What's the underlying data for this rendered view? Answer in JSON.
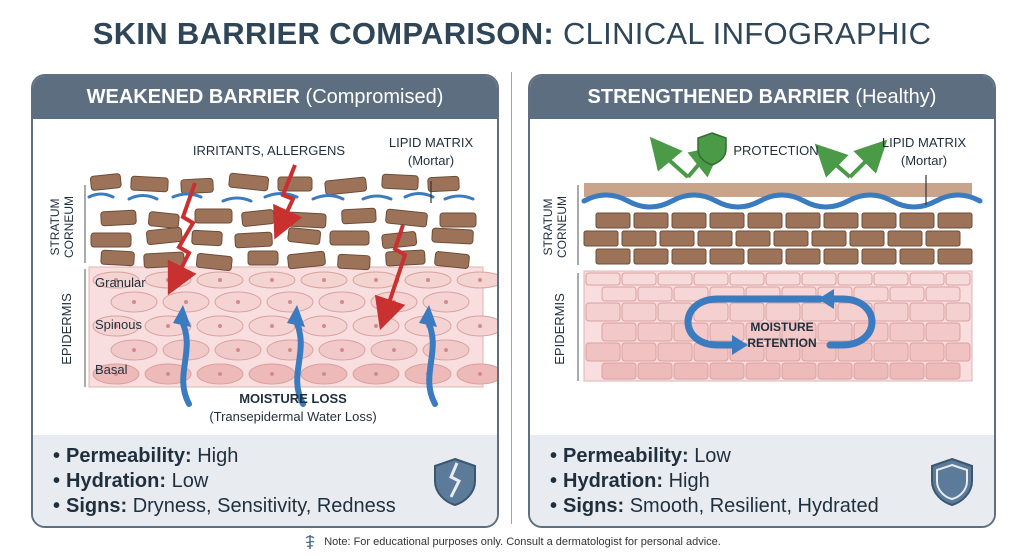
{
  "title": {
    "bold": "SKIN BARRIER COMPARISON:",
    "rest": "CLINICAL INFOGRAPHIC"
  },
  "left": {
    "header_bold": "WEAKENED BARRIER",
    "header_sub": "(Compromised)",
    "labels": {
      "irritants": "IRRITANTS, ALLERGENS",
      "lipid1": "LIPID MATRIX",
      "lipid2": "(Mortar)",
      "stratum1": "STRATUM",
      "stratum2": "CORNEUM",
      "epidermis": "EPIDERMIS",
      "granular": "Granular",
      "spinous": "Spinous",
      "basal": "Basal",
      "moisture1": "MOISTURE LOSS",
      "moisture2": "(Transepidermal Water Loss)"
    },
    "stats": [
      {
        "label": "Permeability:",
        "value": "High"
      },
      {
        "label": "Hydration:",
        "value": "Low"
      },
      {
        "label": "Signs:",
        "value": "Dryness, Sensitivity, Redness"
      }
    ],
    "shield_icon": "broken-shield-icon"
  },
  "right": {
    "header_bold": "STRENGTHENED BARRIER",
    "header_sub": "(Healthy)",
    "labels": {
      "protection": "PROTECTION",
      "lipid1": "LIPID MATRIX",
      "lipid2": "(Mortar)",
      "stratum1": "STRATUM",
      "stratum2": "CORNEUM",
      "epidermis": "EPIDERMIS",
      "retention1": "MOISTURE",
      "retention2": "RETENTION"
    },
    "stats": [
      {
        "label": "Permeability:",
        "value": "Low"
      },
      {
        "label": "Hydration:",
        "value": "High"
      },
      {
        "label": "Signs:",
        "value": "Smooth, Resilient, Hydrated"
      }
    ],
    "shield_icon": "shield-icon"
  },
  "note": "Note: For educational purposes only. Consult a dermatologist for personal advice.",
  "colors": {
    "header": "#5c6e80",
    "brick": "#9c7358",
    "cell": "#f5d3d3",
    "water": "#3b7bbf",
    "irritant": "#c93030",
    "protect": "#4a9a48"
  }
}
